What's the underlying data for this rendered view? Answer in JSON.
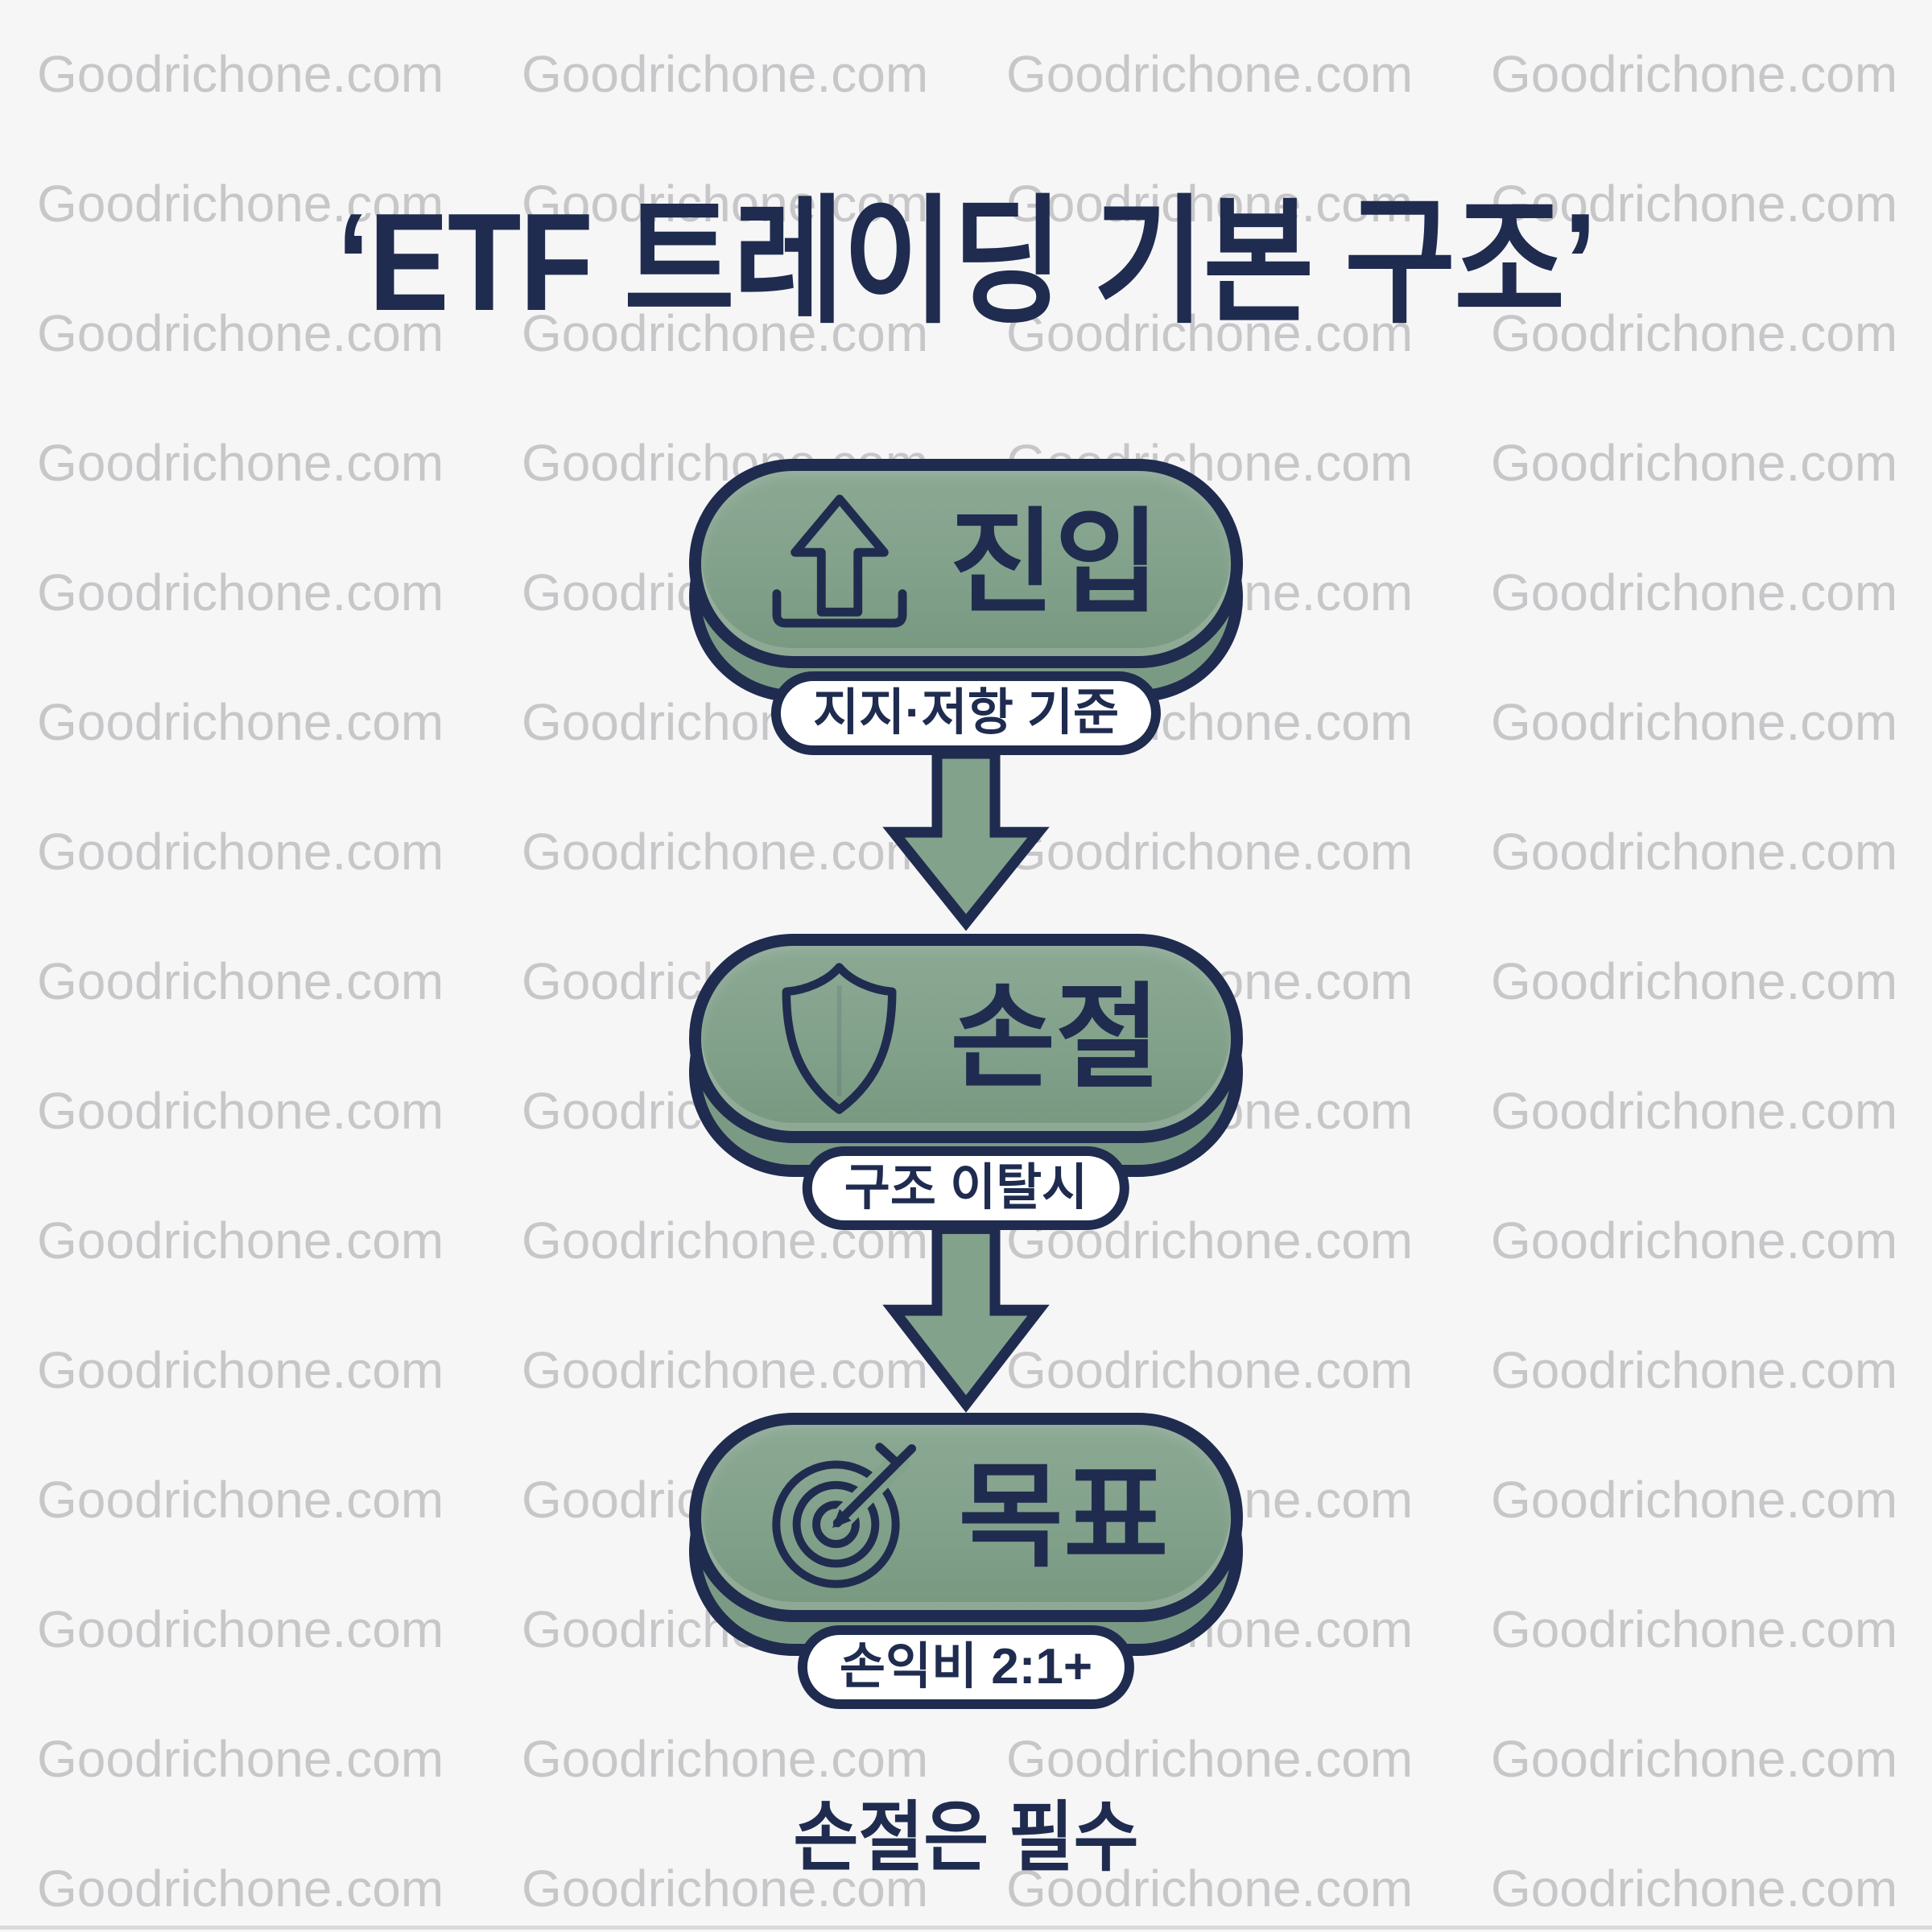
{
  "title": "‘ETF 트레이딩 기본 구조’",
  "watermark": {
    "text": "Goodrichone.com"
  },
  "diagram": {
    "nodes": [
      {
        "id": "entry",
        "label": "진입",
        "icon": "upload-arrow-icon",
        "sublabel": "지지·저항 기준"
      },
      {
        "id": "stop-loss",
        "label": "손절",
        "icon": "shield-icon",
        "sublabel": "구조 이탈시"
      },
      {
        "id": "target",
        "label": "목표",
        "icon": "target-dart-icon",
        "sublabel": "손익비 2:1+"
      }
    ],
    "connectors": [
      {
        "type": "down-arrow"
      },
      {
        "type": "down-arrow"
      }
    ]
  },
  "footer": {
    "caption": "손절은 필수"
  },
  "colors": {
    "background": "#f6f6f7",
    "navy": "#1f2c4f",
    "green": "#83a28c",
    "green_dark": "#7b9a84",
    "white": "#ffffff",
    "watermark_gray": "#c7c7c9"
  }
}
